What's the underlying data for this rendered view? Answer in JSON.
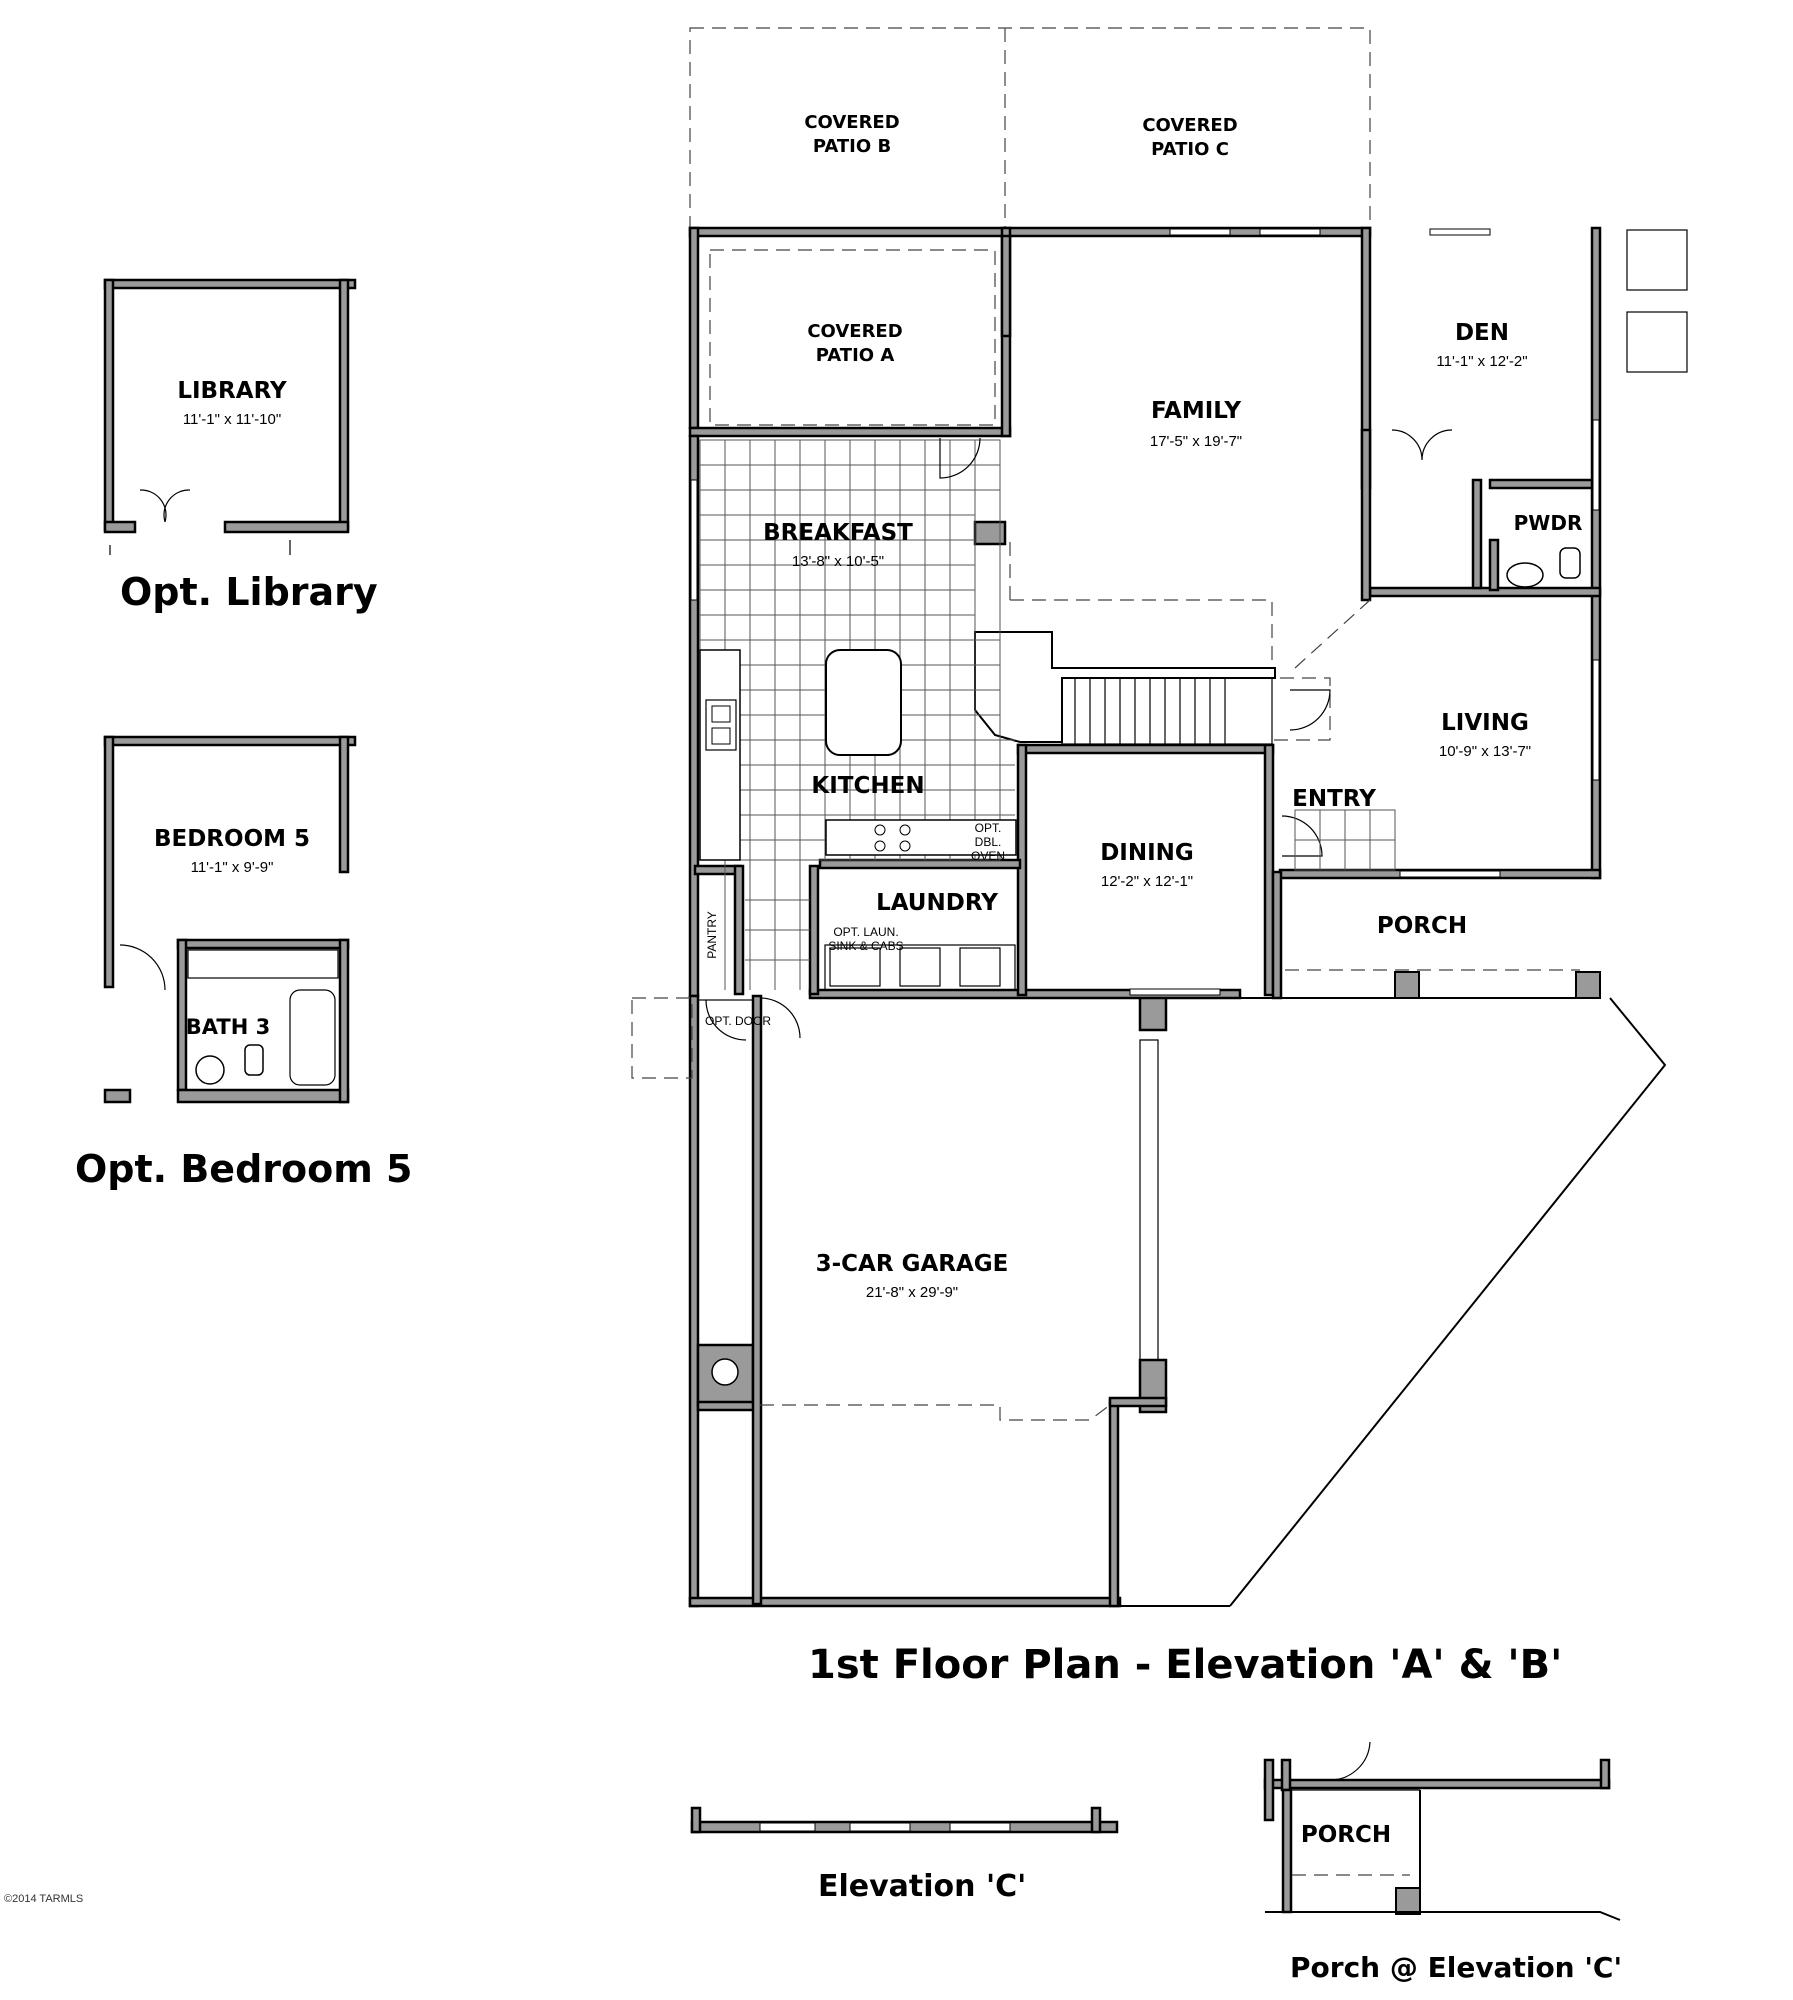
{
  "rooms": {
    "covered_patio_b": {
      "line1": "COVERED",
      "line2": "PATIO B"
    },
    "covered_patio_c": {
      "line1": "COVERED",
      "line2": "PATIO C"
    },
    "covered_patio_a": {
      "line1": "COVERED",
      "line2": "PATIO A"
    },
    "family": {
      "name": "FAMILY",
      "dim": "17'-5\" x 19'-7\""
    },
    "den": {
      "name": "DEN",
      "dim": "11'-1\" x 12'-2\""
    },
    "pwdr": {
      "name": "PWDR"
    },
    "breakfast": {
      "name": "BREAKFAST",
      "dim": "13'-8\" x 10'-5\""
    },
    "kitchen": {
      "name": "KITCHEN"
    },
    "opt_dbl_oven": {
      "line1": "OPT.",
      "line2": "DBL.",
      "line3": "OVEN"
    },
    "living": {
      "name": "LIVING",
      "dim": "10'-9\" x 13'-7\""
    },
    "entry": {
      "name": "ENTRY"
    },
    "dining": {
      "name": "DINING",
      "dim": "12'-2\" x 12'-1\""
    },
    "laundry": {
      "name": "LAUNDRY"
    },
    "opt_laun": {
      "line1": "OPT. LAUN.",
      "line2": "SINK & CABS"
    },
    "pantry": {
      "name": "PANTRY"
    },
    "opt_door": {
      "name": "OPT. DOOR"
    },
    "porch": {
      "name": "PORCH"
    },
    "garage": {
      "name": "3-CAR GARAGE",
      "dim": "21'-8\" x 29'-9\""
    },
    "library": {
      "name": "LIBRARY",
      "dim": "11'-1\" x 11'-10\""
    },
    "bedroom5": {
      "name": "BEDROOM 5",
      "dim": "11'-1\" x 9'-9\""
    },
    "bath3": {
      "name": "BATH 3"
    },
    "porch_c": {
      "name": "PORCH"
    }
  },
  "captions": {
    "opt_library": "Opt. Library",
    "opt_bedroom5": "Opt. Bedroom 5",
    "main_title": "1st Floor Plan - Elevation 'A' & 'B'",
    "elevation_c": "Elevation 'C'",
    "porch_elevation_c": "Porch @ Elevation 'C'"
  },
  "copyright": "©2014 TARMLS"
}
